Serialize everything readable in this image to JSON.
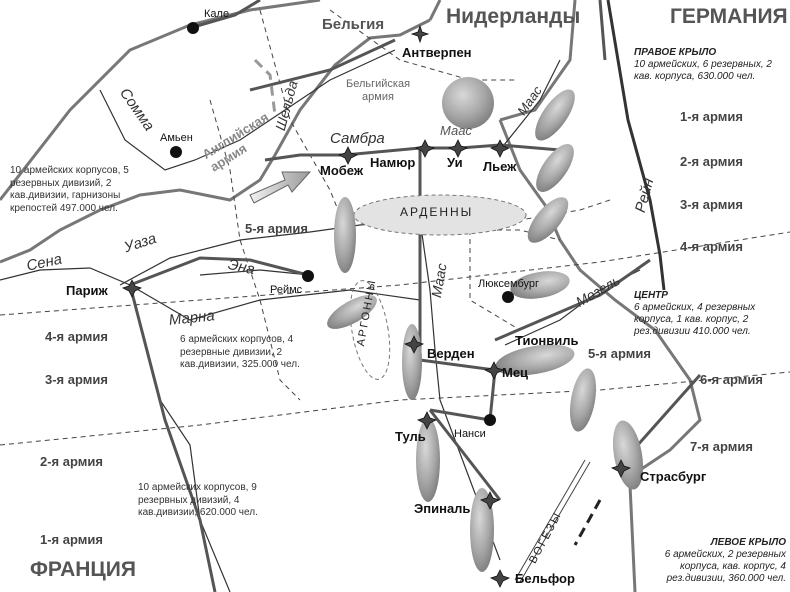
{
  "countries": {
    "belgium": "Бельгия",
    "netherlands": "Нидерланды",
    "germany": "ГЕРМАНИЯ",
    "france": "ФРАНЦИЯ"
  },
  "regions": {
    "belgian_army": "Бельгийская армия",
    "british_army": "Английская армия",
    "ardennes": "АРДЕННЫ",
    "argonne": "АРГОННЫ",
    "vosges": "ВОГЕЗЫ"
  },
  "cities": {
    "calais": "Кале",
    "antwerp": "Антверпен",
    "amiens": "Амьен",
    "namur": "Намюр",
    "huy": "Уи",
    "liege": "Льеж",
    "maubeuge": "Мобеж",
    "paris": "Париж",
    "reims": "Реймс",
    "luxembourg": "Люксембург",
    "thionville": "Тионвиль",
    "verdun": "Верден",
    "metz": "Мец",
    "toul": "Туль",
    "nancy": "Нанси",
    "epinal": "Эпиналь",
    "strasbourg": "Страсбург",
    "belfort": "Бельфор"
  },
  "rivers": {
    "somme": "Сомма",
    "scheldt": "Шельда",
    "sambre": "Самбра",
    "meuse_1": "Маас",
    "meuse_2": "Маас",
    "meuse_3": "Маас",
    "seine": "Сена",
    "oise": "Уаза",
    "aisne": "Эна",
    "marne": "Марна",
    "moselle": "Мозель",
    "rhine": "Рейн"
  },
  "german_armies": {
    "a1": "1-я армия",
    "a2": "2-я армия",
    "a3": "3-я армия",
    "a4": "4-я армия",
    "a5": "5-я армия",
    "a6": "6-я армия",
    "a7": "7-я армия"
  },
  "french_armies": {
    "a5": "5-я армия",
    "a4": "4-я армия",
    "a3": "3-я армия",
    "a2": "2-я армия",
    "a1": "1-я армия"
  },
  "notes": {
    "right_wing_title": "ПРАВОЕ КРЫЛО",
    "right_wing_text": "10 армейских, 6 резервных, 2 кав. корпуса, 630.000  чел.",
    "center_title": "ЦЕНТР",
    "center_text": "6 армейских, 4 резервных корпуса, 1 кав. корпус, 2 рез.дивизии 410.000  чел.",
    "left_wing_title": "ЛЕВОЕ КРЫЛО",
    "left_wing_text": "6 армейских, 2 резервных корпуса,  кав. корпус, 4 рез.дивизии, 360.000  чел.",
    "fr_north": "10 армейских корпусов, 5 резервных дивизий, 2 кав.дивизии, гарнизоны крепостей 497.000 чел.",
    "fr_center": "6 армейских корпусов, 4 резервные дивизии, 2 кав.дивизии, 325.000 чел.",
    "fr_south": "10 армейских корпусов, 9 резервных дивизий, 4 кав.дивизии, 620.000 чел."
  },
  "colors": {
    "border": "#6e6e6e",
    "river": "#333333",
    "front": "#555555",
    "army_blob": "#9a9a9a",
    "country_label": "#555555"
  }
}
